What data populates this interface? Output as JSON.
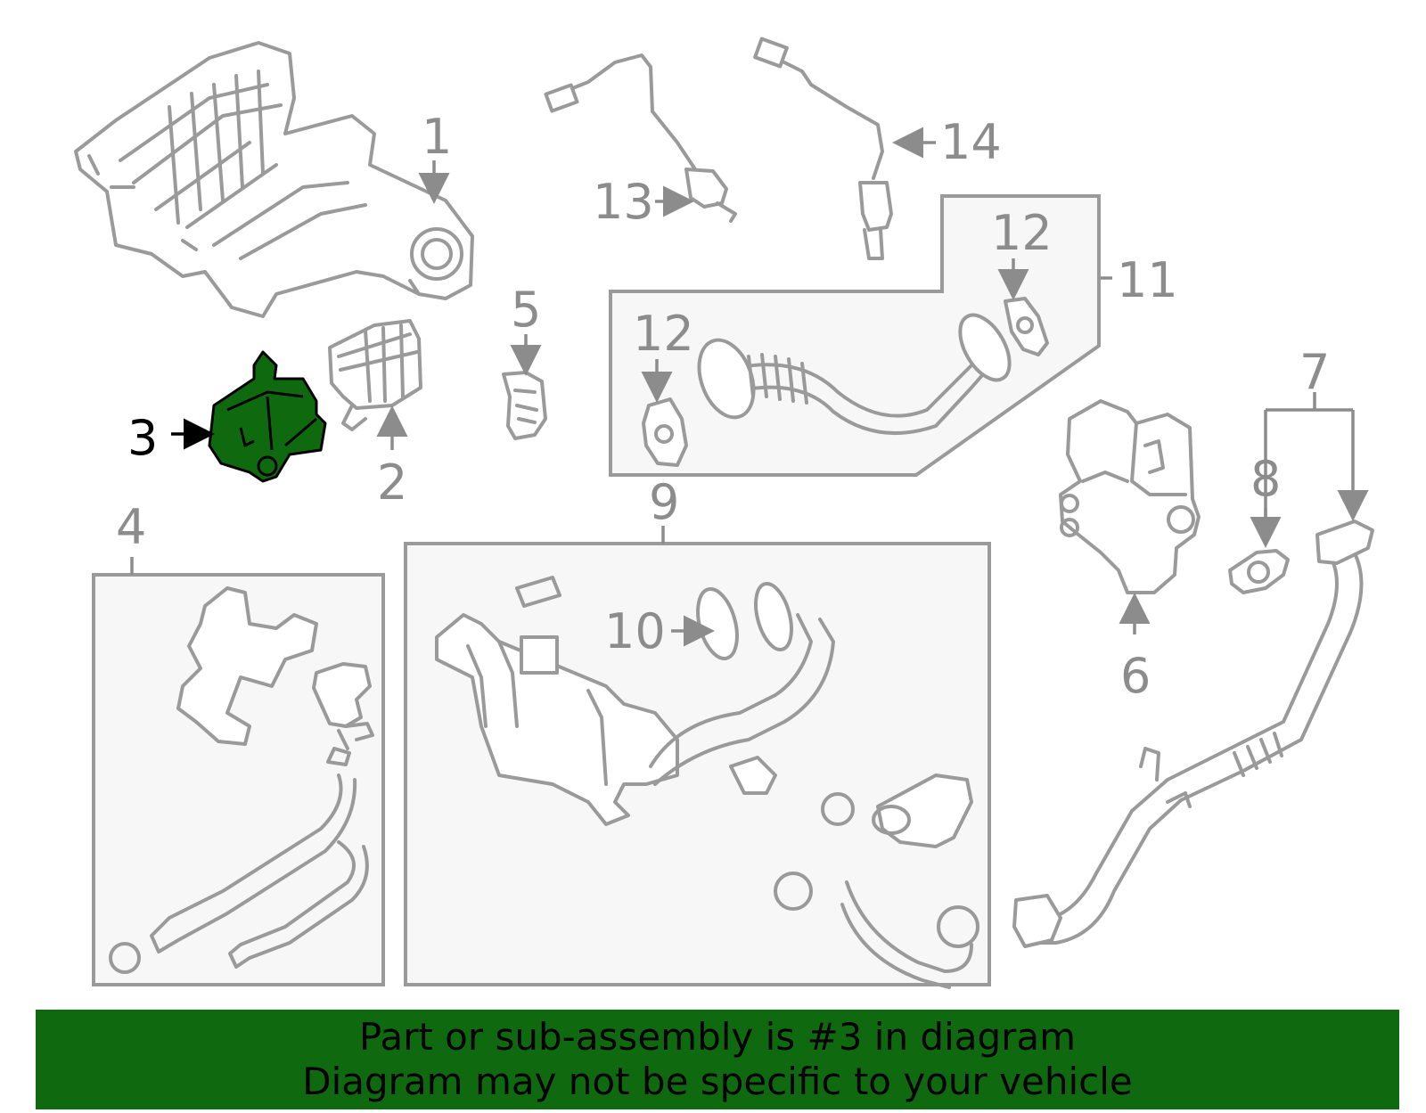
{
  "diagram": {
    "callouts": {
      "c1": "1",
      "c2": "2",
      "c3": "3",
      "c4": "4",
      "c5": "5",
      "c6": "6",
      "c7": "7",
      "c8": "8",
      "c9": "9",
      "c10": "10",
      "c11": "11",
      "c12a": "12",
      "c12b": "12",
      "c13": "13",
      "c14": "14"
    },
    "highlight_color": "#0f6a0f"
  },
  "banner": {
    "line1": "Part or sub-assembly is #3 in diagram",
    "line2": "Diagram may not be specific to your vehicle"
  }
}
